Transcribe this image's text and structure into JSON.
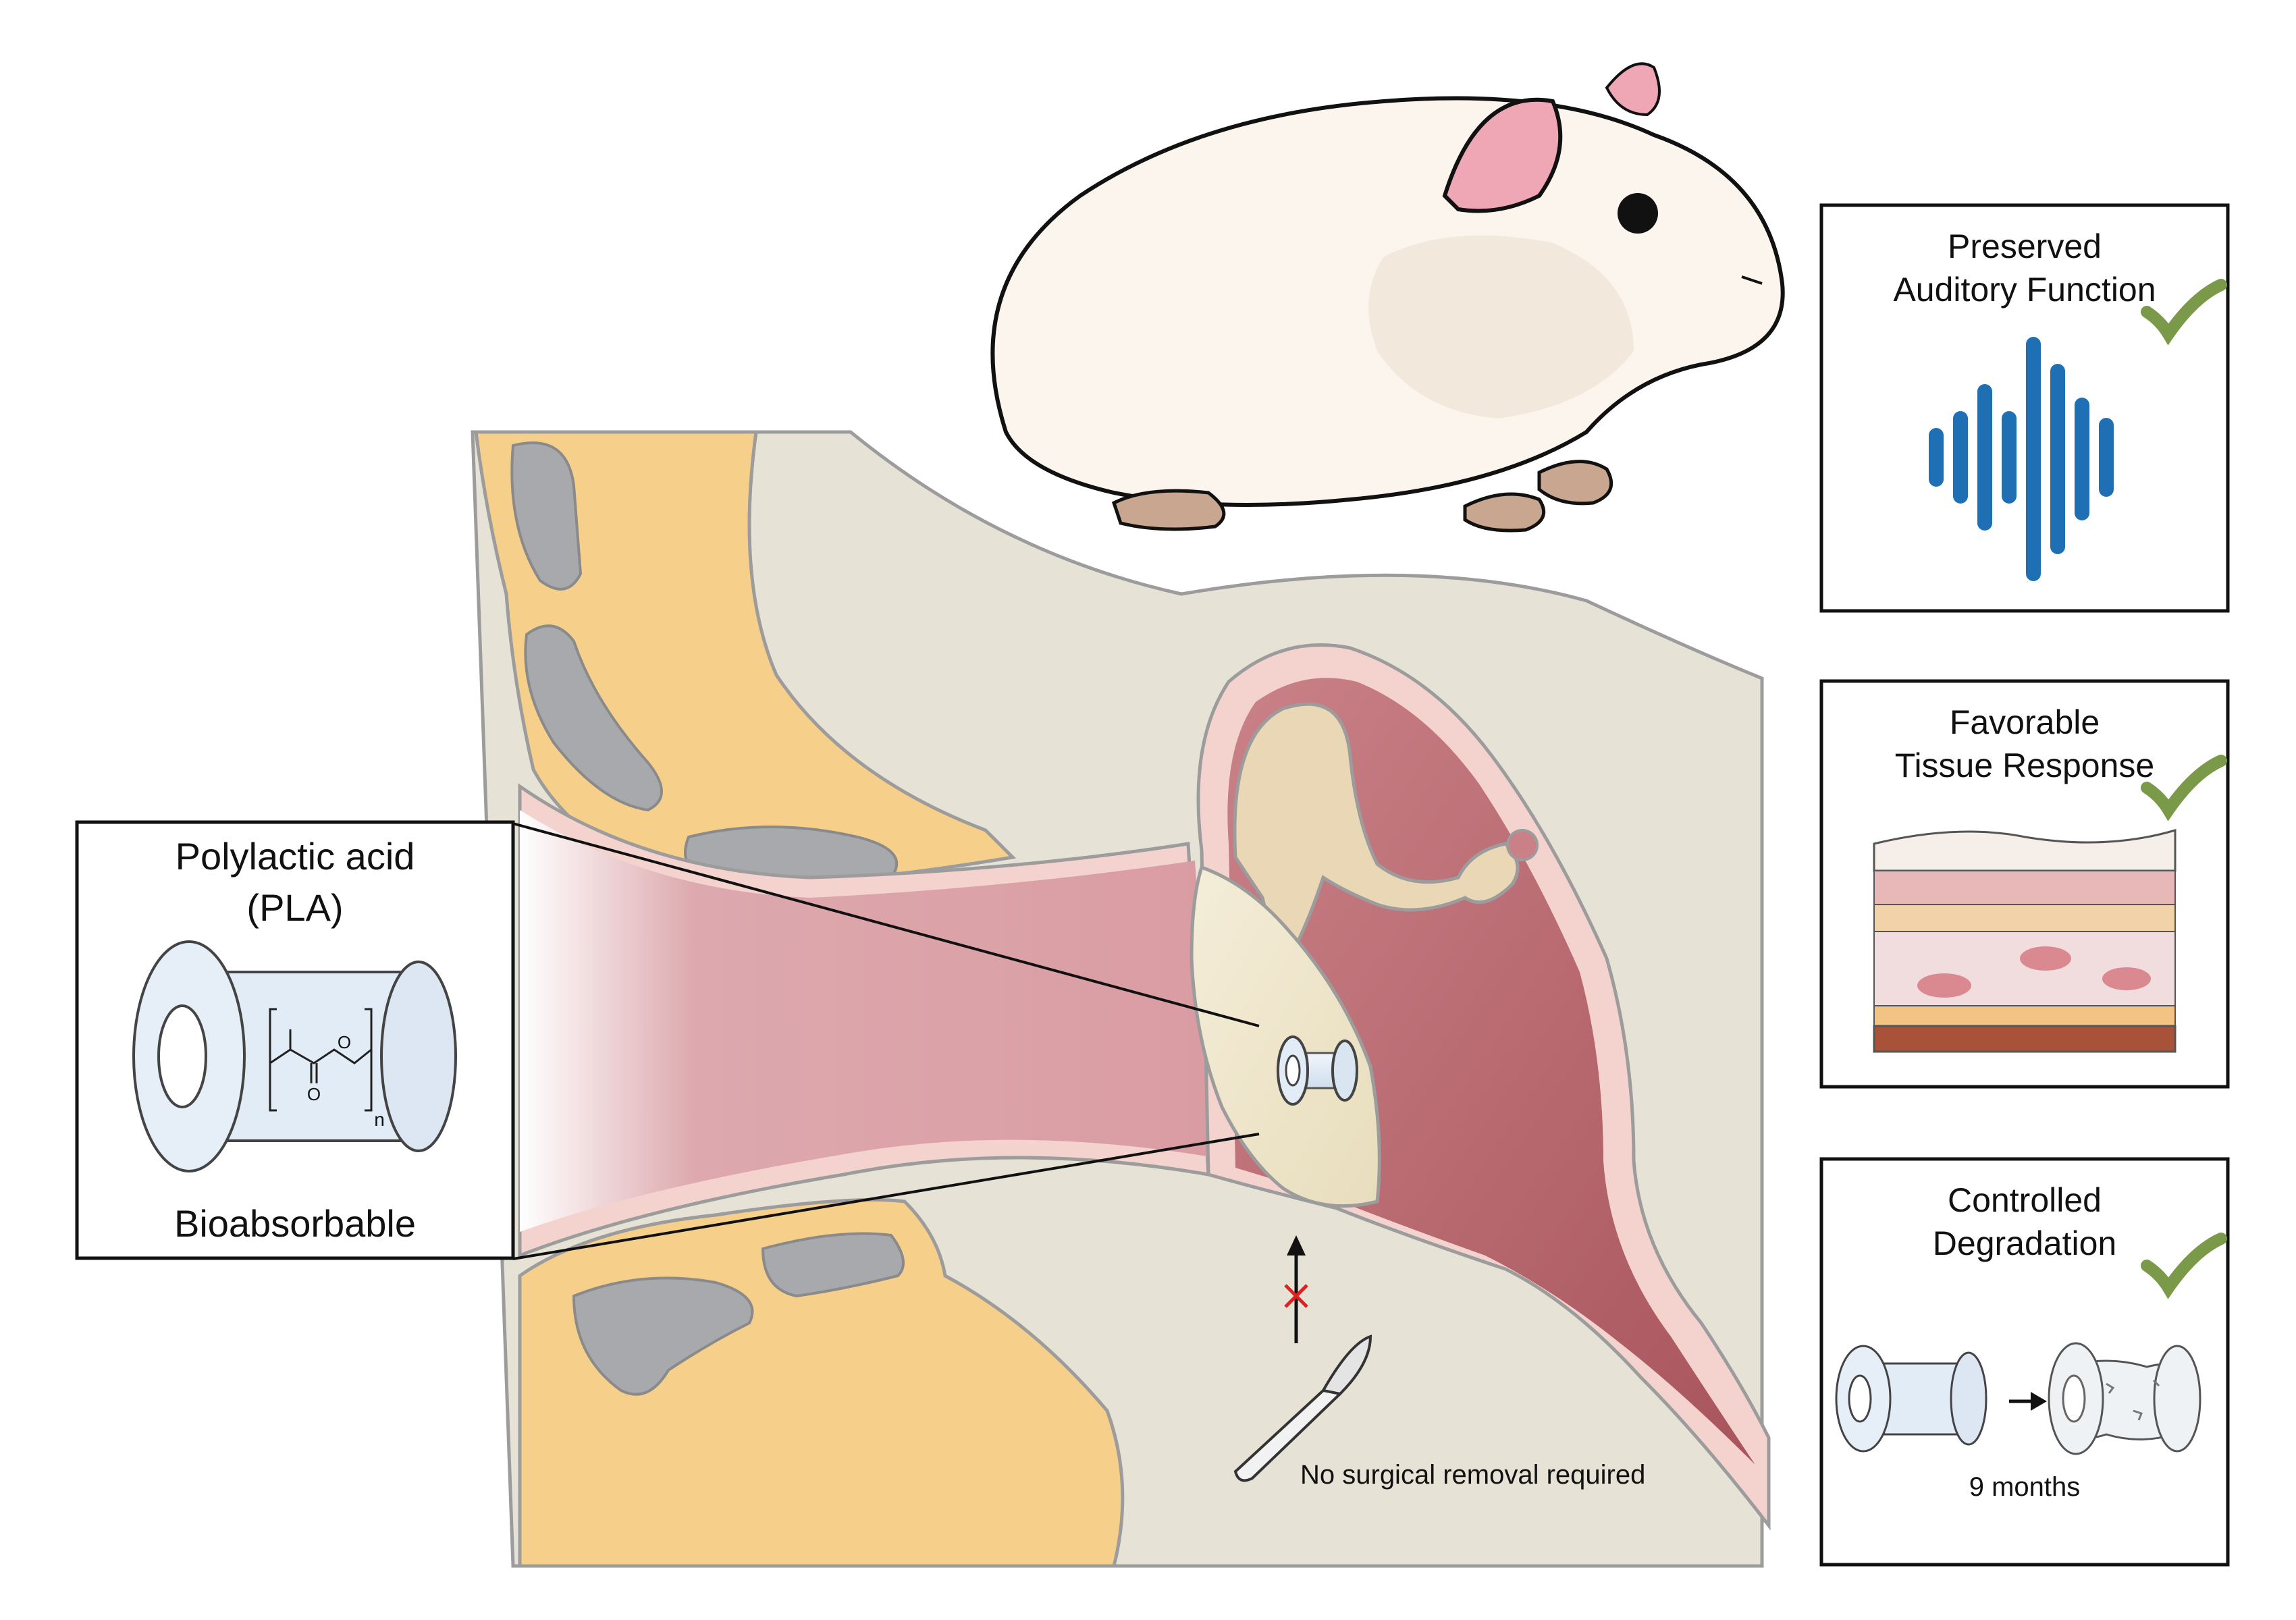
{
  "pla_box": {
    "title_line1": "Polylactic acid",
    "title_line2": "(PLA)",
    "subscript": "n",
    "atom_o1": "O",
    "atom_o2": "O",
    "caption": "Bioabsorbable"
  },
  "note": {
    "text": "No surgical removal required"
  },
  "panels": [
    {
      "line1": "Preserved",
      "line2": "Auditory Function",
      "check": true
    },
    {
      "line1": "Favorable",
      "line2": "Tissue Response",
      "check": true
    },
    {
      "line1": "Controlled",
      "line2": "Degradation",
      "check": true
    }
  ],
  "degradation": {
    "duration_label": "9 months"
  },
  "colors": {
    "bone": "#F6CF8A",
    "bone_gray": "#A7A9AC",
    "tissue_bg": "#E6E3D6",
    "canal": "#DDA9AE",
    "canal_wall": "#F4D3CF",
    "middle_ear": "#B97076",
    "waveform": "#1F6FB4",
    "check": "#7A9A4A",
    "cross": "#E02020",
    "tube": "#E1ECF6"
  }
}
